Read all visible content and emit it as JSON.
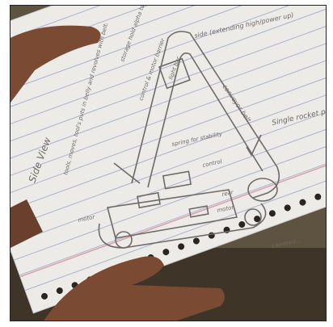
{
  "photo": {
    "subject": "hand-drawn pencil sketch in spiral notebook",
    "colors": {
      "background": "#5e5240",
      "paper": "#ecebe8",
      "rule_lines": "#a9b3cc",
      "margin_line": "#d9a0a8",
      "pencil": "#6f6a68",
      "skin": "#7a4a32"
    }
  },
  "sketch": {
    "title": "Side View",
    "labels": {
      "top": "side (extending high/power up)",
      "top_left": "storage hold alpha tank",
      "upper_left": "control & motor barrier",
      "box": "light bar",
      "diagonal": "conveyor belt",
      "right": "Single rocket pump",
      "middle": "spring for stability",
      "left_note": "tools, moves, tool's puts in belly and revolves with belt.",
      "control": "control",
      "rear": "rear",
      "motor": "motor",
      "motor_left": "motor",
      "bottom_right": "Lowered..."
    }
  }
}
